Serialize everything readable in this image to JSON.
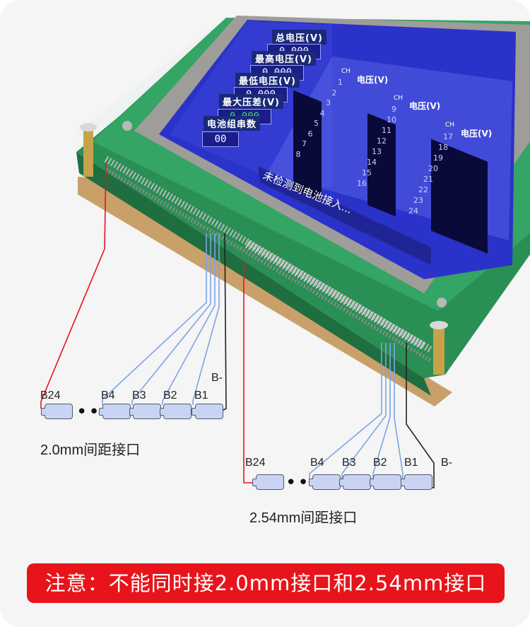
{
  "lcd": {
    "labels": {
      "total_voltage": "总电压(V)",
      "max_voltage": "最高电压(V)",
      "min_voltage": "最低电压(V)",
      "max_diff": "最大压差(V)",
      "cell_count": "电池组串数"
    },
    "values": {
      "total_voltage": "0.000",
      "max_voltage": "0.000",
      "min_voltage": "0.000",
      "max_diff": "0.000",
      "cell_count": "00"
    },
    "column_headers": {
      "ch": "CH",
      "voltage": "电压(V)"
    },
    "channels_col1": [
      "1",
      "2",
      "3",
      "4",
      "5",
      "6",
      "7",
      "8"
    ],
    "channels_col2": [
      "9",
      "10",
      "11",
      "12",
      "13",
      "14",
      "15",
      "16"
    ],
    "channels_col3": [
      "17",
      "18",
      "19",
      "20",
      "21",
      "22",
      "23",
      "24"
    ],
    "status": "未检测到电池接入..."
  },
  "diagram_top": {
    "labels": {
      "b24": "B24",
      "b4": "B4",
      "b3": "B3",
      "b2": "B2",
      "b1": "B1",
      "bminus": "B-"
    },
    "caption": "2.0mm间距接口"
  },
  "diagram_bottom": {
    "labels": {
      "b24": "B24",
      "b4": "B4",
      "b3": "B3",
      "b2": "B2",
      "b1": "B1",
      "bminus": "B-"
    },
    "caption": "2.54mm间距接口"
  },
  "warning": "注意：不能同时接2.0mm接口和2.54mm接口",
  "colors": {
    "pcb": "#2f9a5c",
    "lcd_bg": "#2b32c9",
    "red_wire": "#e8141b",
    "blue_wire": "#7fa3e8",
    "cell_fill": "#c9d3f3",
    "warning_bg": "#e8141b"
  }
}
